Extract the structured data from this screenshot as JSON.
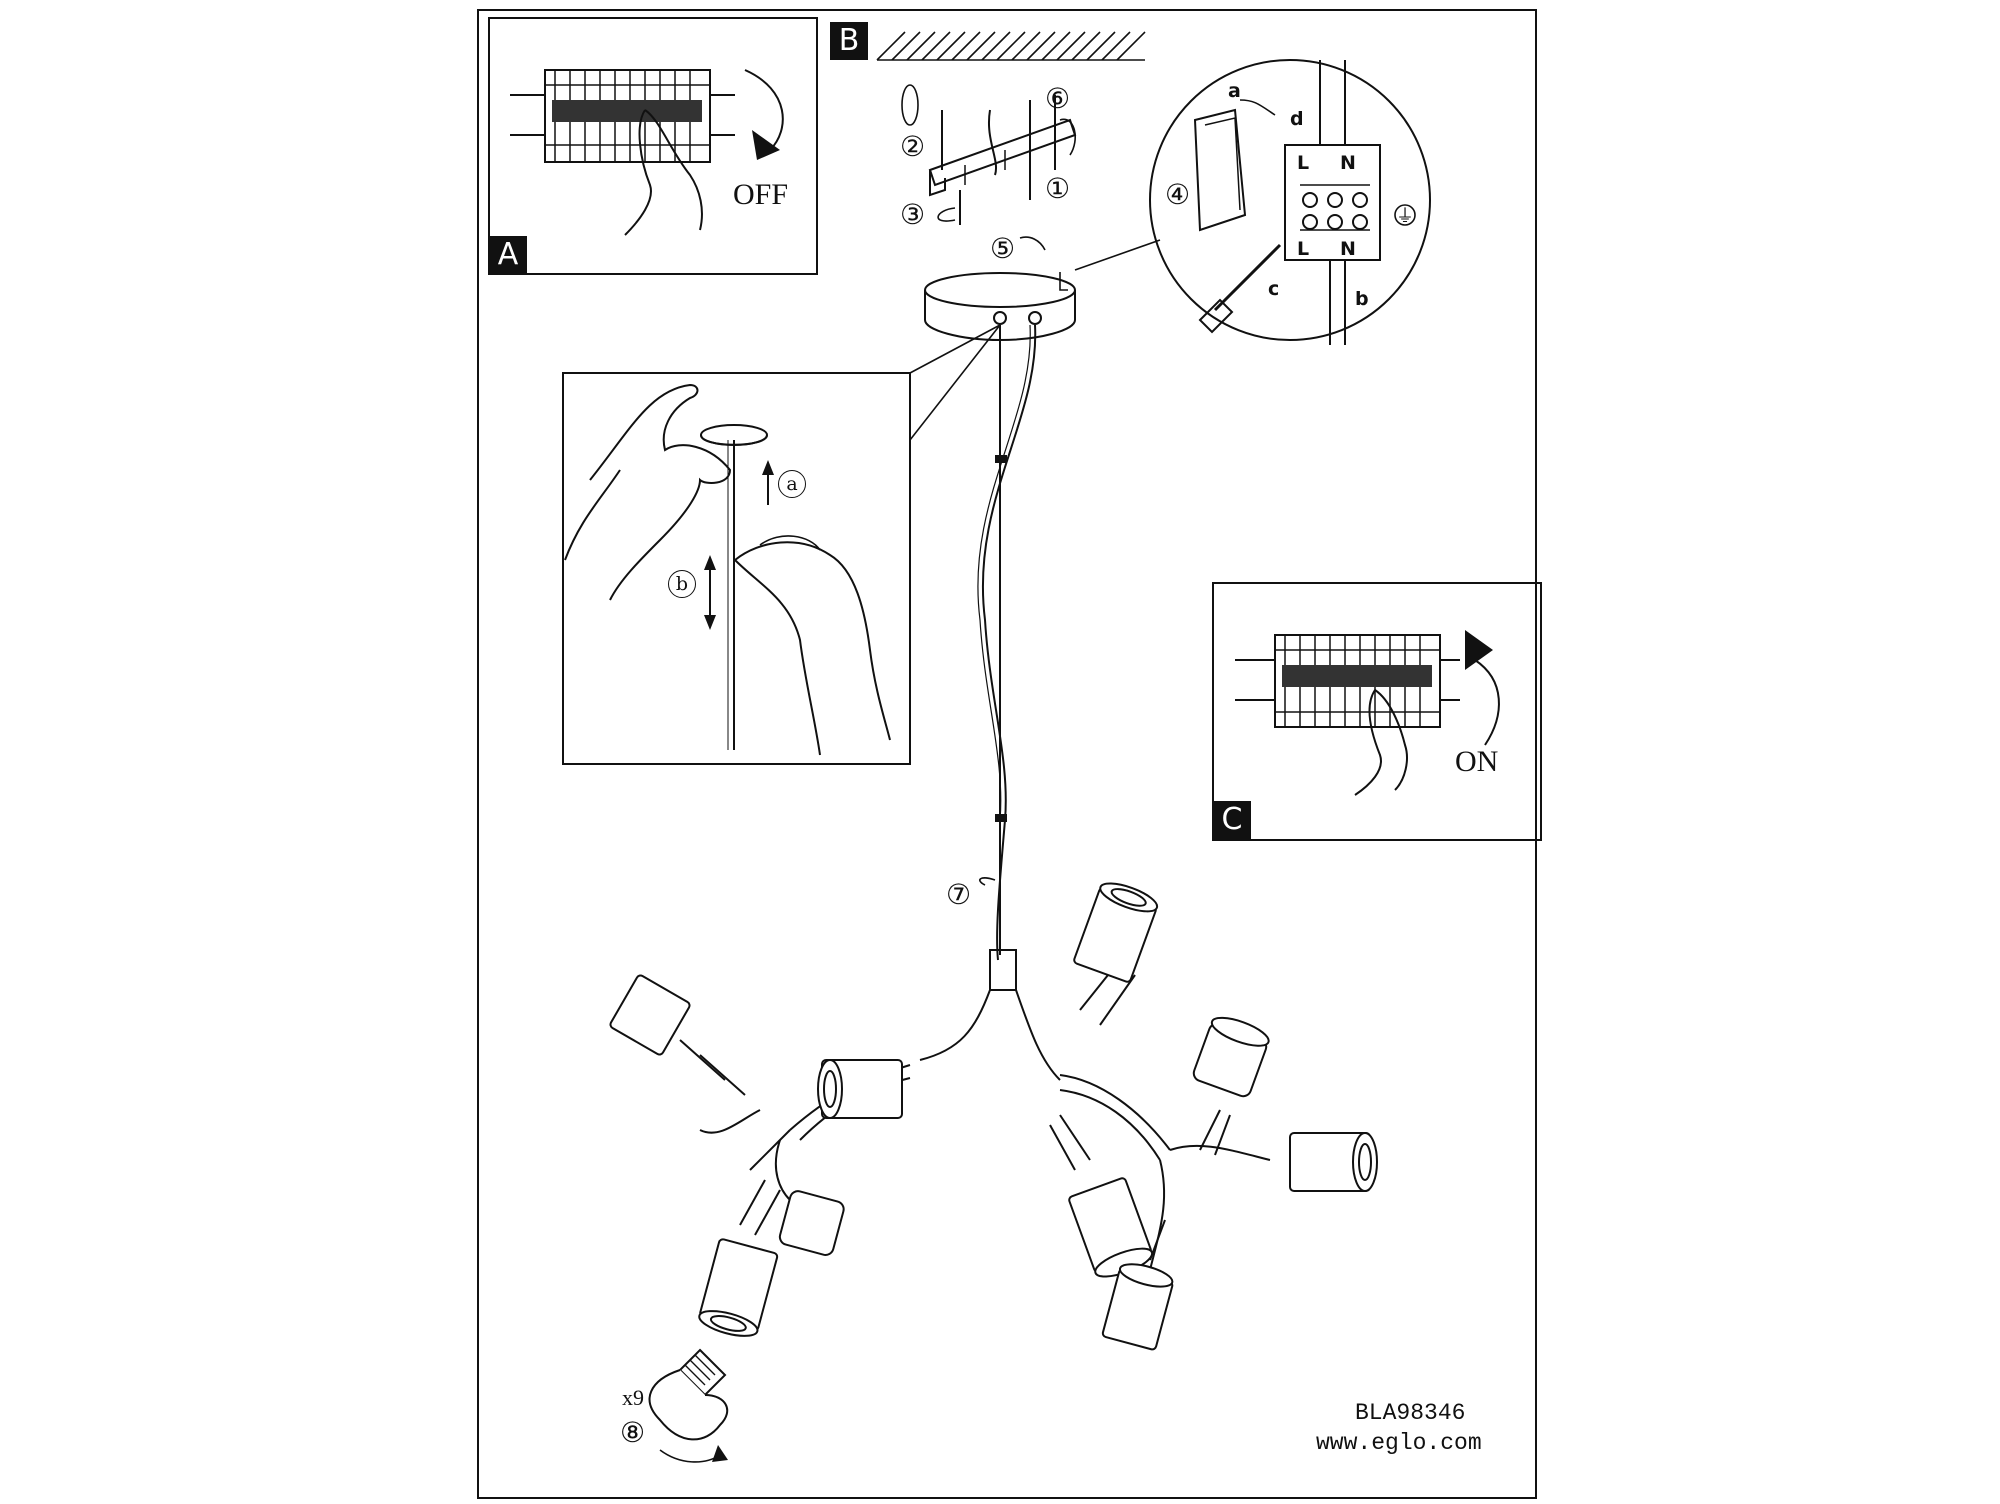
{
  "panels": {
    "a": {
      "tag": "A",
      "switch_label": "OFF"
    },
    "b": {
      "tag": "B"
    },
    "c": {
      "tag": "C",
      "switch_label": "ON"
    }
  },
  "steps": {
    "s1": "①",
    "s2": "②",
    "s3": "③",
    "s4": "④",
    "s5": "⑤",
    "s6": "⑥",
    "s7": "⑦",
    "s8": "⑧"
  },
  "callout_cable": {
    "a": "a",
    "b": "b"
  },
  "wiring": {
    "a": "a",
    "b": "b",
    "c": "c",
    "d": "d",
    "L_top": "L",
    "N_top": "N",
    "L_bottom": "L",
    "N_bottom": "N",
    "ground": "⏚"
  },
  "bulbs": {
    "quantity": "x9"
  },
  "footer": {
    "model": "BLA98346",
    "website": "www.eglo.com"
  }
}
